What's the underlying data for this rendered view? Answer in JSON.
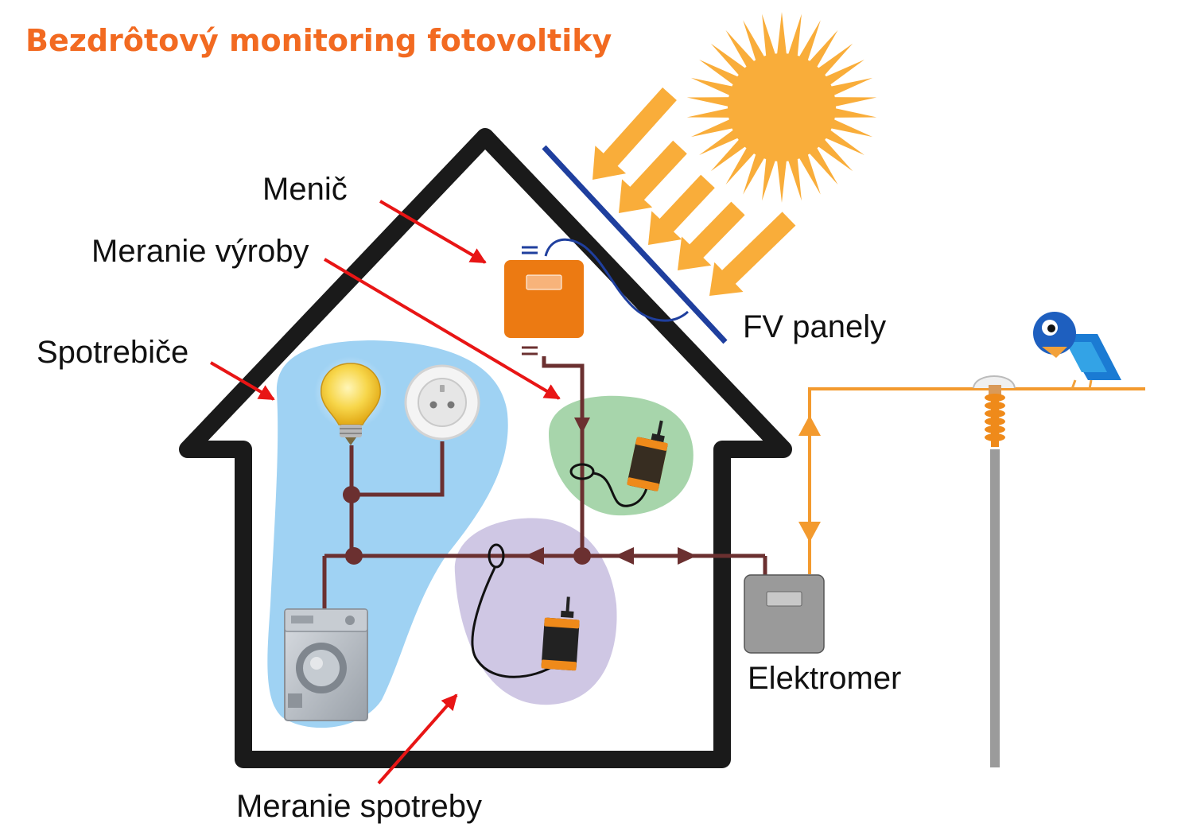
{
  "title": "Bezdrôtový monitoring fotovoltiky",
  "labels": {
    "menic": "Menič",
    "meranie_vyroby": "Meranie výroby",
    "spotrebice": "Spotrebiče",
    "fv_panely": "FV panely",
    "elektromer": "Elektromer",
    "meranie_spotreby": "Meranie spotreby"
  },
  "colors": {
    "title": "#f26a21",
    "house_outline": "#1a1a1a",
    "wiring": "#6b3030",
    "grid_line": "#f39a2e",
    "sun": "#f9ad3a",
    "panel": "#1f3f9e",
    "inverter": "#ec7a12",
    "pointer_arrow": "#e81515",
    "appliances_zone": "#9fd2f3",
    "production_zone": "#a7d5ab",
    "consumption_zone": "#cfc7e4",
    "meter": "#9a9a9a",
    "sensor": "#ef8a1a"
  },
  "icons": [
    "sun-icon",
    "light-bulb-icon",
    "power-socket-icon",
    "washing-machine-icon",
    "wireless-sensor-icon",
    "electricity-meter-icon",
    "inverter-icon",
    "bird-icon",
    "utility-pole-icon"
  ]
}
